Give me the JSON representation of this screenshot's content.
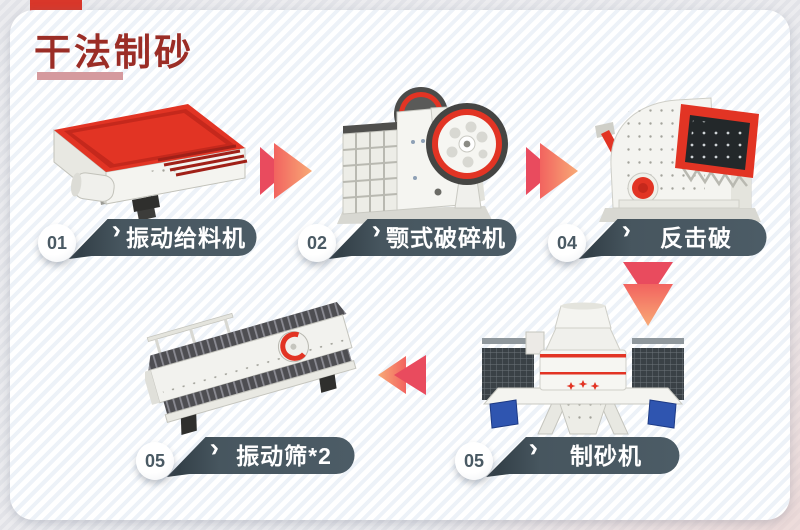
{
  "page": {
    "title": "干法制砂"
  },
  "chevron": "›",
  "steps": [
    {
      "num": "01",
      "label": "振动给料机",
      "machine": "vibrating-feeder"
    },
    {
      "num": "02",
      "label": "颚式破碎机",
      "machine": "jaw-crusher"
    },
    {
      "num": "04",
      "label": "反击破",
      "machine": "impact-crusher"
    },
    {
      "num": "05",
      "label": "制砂机",
      "machine": "sand-making-machine"
    },
    {
      "num": "05",
      "label": "振动筛*2",
      "machine": "double-vibrating-screen"
    }
  ],
  "flow_order": [
    "振动给料机",
    "颚式破碎机",
    "反击破",
    "制砂机",
    "振动筛*2"
  ],
  "colors": {
    "title_red": "#9b2d26",
    "underline_pink": "#d59a9e",
    "label_pill_slate": "#47565f",
    "arrow_crimson": "#e94b5e",
    "arrow_salmon": "#f4986f",
    "machine_red": "#e23424",
    "motor_blue": "#2f55b0",
    "corner_tab_red": "#d9372a"
  }
}
